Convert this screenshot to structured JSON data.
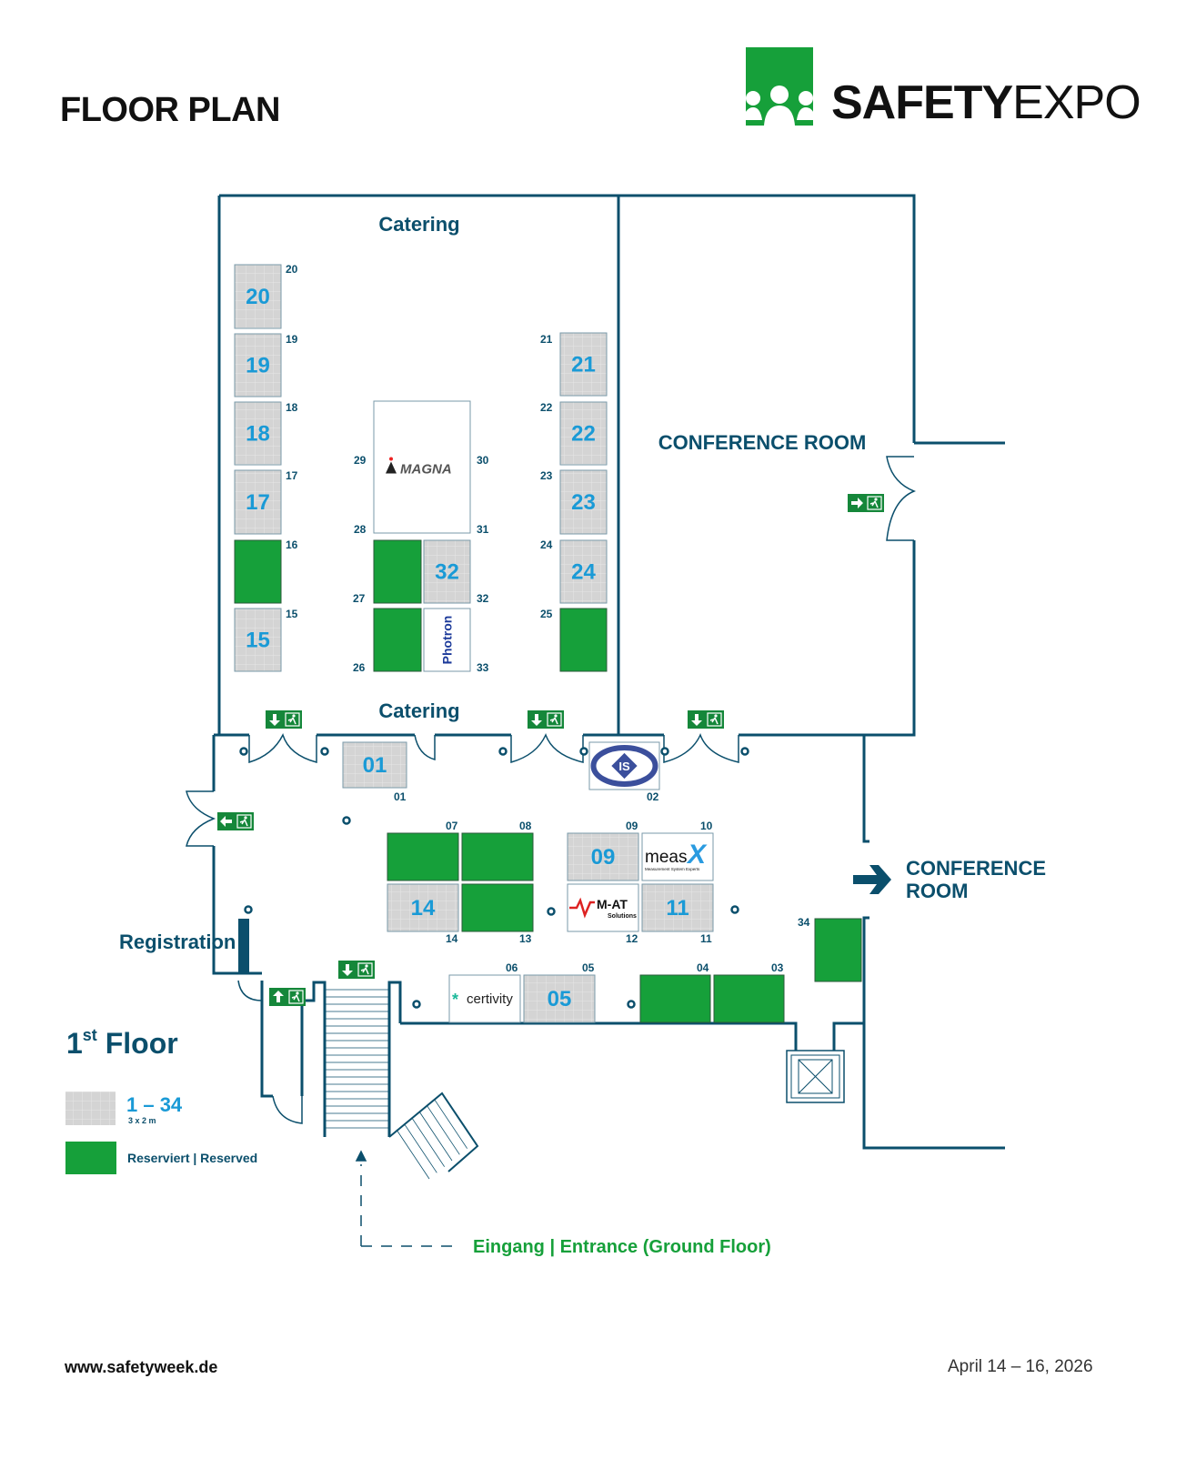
{
  "header": {
    "title": "FLOOR PLAN",
    "logo_bold": "SAFETY",
    "logo_thin": "EXPO"
  },
  "colors": {
    "wall": "#0b4f6c",
    "reserved": "#16a03a",
    "available": "#d6d6d6",
    "booth_number": "#1a9ad6",
    "entrance_text": "#16a03a",
    "exit_sign": "#15873a"
  },
  "rooms": {
    "catering_top": "Catering",
    "catering_bottom": "Catering",
    "conference_room": "CONFERENCE ROOM",
    "conference_room_pointer_line1": "CONFERENCE",
    "conference_room_pointer_line2": "ROOM",
    "registration": "Registration"
  },
  "booths": [
    {
      "id": "20",
      "status": "available",
      "label": "20",
      "display": "20"
    },
    {
      "id": "19",
      "status": "available",
      "label": "19",
      "display": "19"
    },
    {
      "id": "18",
      "status": "available",
      "label": "18",
      "display": "18"
    },
    {
      "id": "17",
      "status": "available",
      "label": "17",
      "display": "17"
    },
    {
      "id": "16",
      "status": "reserved",
      "label": "16",
      "display": ""
    },
    {
      "id": "15",
      "status": "available",
      "label": "15",
      "display": "15"
    },
    {
      "id": "21",
      "status": "available",
      "label": "21",
      "display": "21"
    },
    {
      "id": "22",
      "status": "available",
      "label": "22",
      "display": "22"
    },
    {
      "id": "23",
      "status": "available",
      "label": "23",
      "display": "23"
    },
    {
      "id": "24",
      "status": "available",
      "label": "24",
      "display": "24"
    },
    {
      "id": "25",
      "status": "reserved",
      "label": "25",
      "display": ""
    },
    {
      "id": "28-31",
      "status": "exhibitor",
      "labels": [
        "29",
        "30",
        "28",
        "31"
      ],
      "exhibitor": "MAGNA"
    },
    {
      "id": "27",
      "status": "reserved",
      "label": "27",
      "display": ""
    },
    {
      "id": "32",
      "status": "available",
      "label": "32",
      "display": "32"
    },
    {
      "id": "26",
      "status": "reserved",
      "label": "26",
      "display": ""
    },
    {
      "id": "33",
      "status": "exhibitor",
      "label": "33",
      "exhibitor": "Photron"
    },
    {
      "id": "01",
      "status": "available",
      "label": "01",
      "display": "01"
    },
    {
      "id": "02",
      "status": "exhibitor",
      "label": "02",
      "exhibitor": "IS"
    },
    {
      "id": "07",
      "status": "reserved",
      "label": "07",
      "display": ""
    },
    {
      "id": "08",
      "status": "reserved",
      "label": "08",
      "display": ""
    },
    {
      "id": "14",
      "status": "available",
      "label": "14",
      "display": "14"
    },
    {
      "id": "13",
      "status": "reserved",
      "label": "13",
      "display": ""
    },
    {
      "id": "09",
      "status": "available",
      "label": "09",
      "display": "09"
    },
    {
      "id": "10",
      "status": "exhibitor",
      "label": "10",
      "exhibitor": "measX",
      "exhibitor_sub": "Measurement System Experts"
    },
    {
      "id": "12",
      "status": "exhibitor",
      "label": "12",
      "exhibitor": "M-AT",
      "exhibitor_sub": "Solutions"
    },
    {
      "id": "11",
      "status": "available",
      "label": "11",
      "display": "11"
    },
    {
      "id": "06",
      "status": "exhibitor",
      "label": "06",
      "exhibitor": "certivity"
    },
    {
      "id": "05",
      "status": "available",
      "label": "05",
      "display": "05"
    },
    {
      "id": "04",
      "status": "reserved",
      "label": "04",
      "display": ""
    },
    {
      "id": "03",
      "status": "reserved",
      "label": "03",
      "display": ""
    },
    {
      "id": "34",
      "status": "reserved",
      "label": "34",
      "display": ""
    }
  ],
  "floor": {
    "name_main": "1",
    "name_sup": "st",
    "name_rest": " Floor"
  },
  "legend": {
    "range": "1 – 34",
    "size": "3 x 2 m",
    "reserved": "Reserviert | Reserved"
  },
  "entrance": "Eingang | Entrance (Ground Floor)",
  "footer": {
    "url": "www.safetyweek.de",
    "date": "April 14 – 16, 2026"
  }
}
